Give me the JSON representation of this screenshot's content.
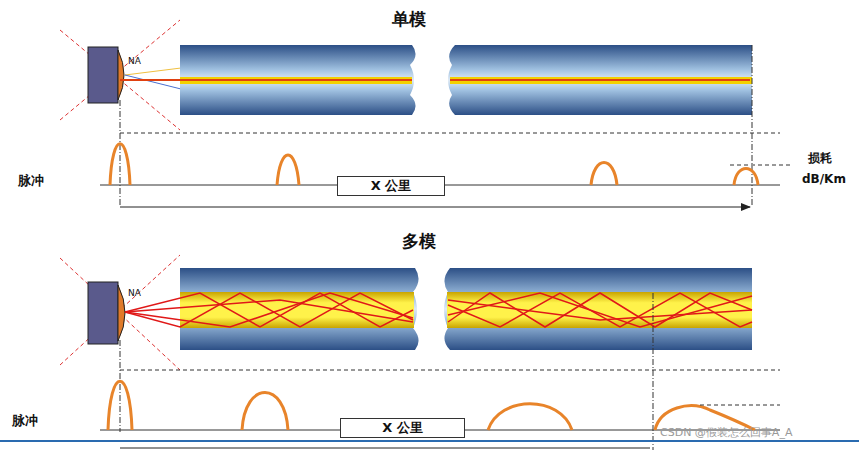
{
  "diagram": {
    "nodes": [
      {
        "text": [
          "X 公里"
        ]
      },
      {
        "text": [
          "X 公里"
        ]
      }
    ],
    "labels": [
      "单模",
      "NA",
      "脉冲",
      "损耗",
      "dB/Km",
      "多模",
      "NA",
      "脉冲",
      "CSDN @假装怎么回事A_A"
    ]
  }
}
